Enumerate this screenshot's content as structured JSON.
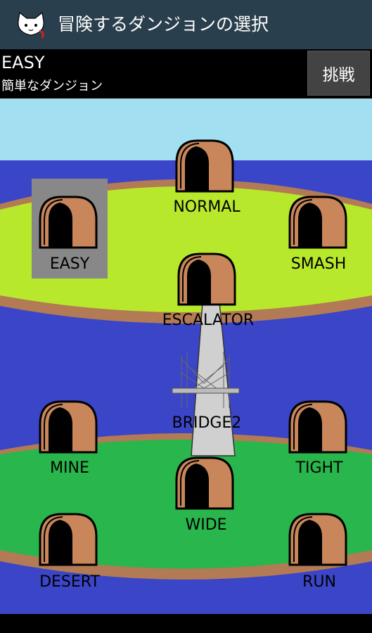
{
  "app": {
    "title": "冒険するダンジョンの選択"
  },
  "selected": {
    "name": "EASY",
    "description": "簡単なダンジョン"
  },
  "actions": {
    "challenge_label": "挑戦"
  },
  "dungeons": [
    {
      "id": "easy",
      "label": "EASY",
      "selected": true
    },
    {
      "id": "normal",
      "label": "NORMAL"
    },
    {
      "id": "smash",
      "label": "SMASH"
    },
    {
      "id": "escalator",
      "label": "ESCALATOR"
    },
    {
      "id": "bridge2",
      "label": "BRIDGE2"
    },
    {
      "id": "mine",
      "label": "MINE"
    },
    {
      "id": "tight",
      "label": "TIGHT"
    },
    {
      "id": "wide",
      "label": "WIDE"
    },
    {
      "id": "desert",
      "label": "DESERT"
    },
    {
      "id": "run",
      "label": "RUN"
    }
  ],
  "colors": {
    "titlebar": "#2a3f4d",
    "sky": "#a2dff0",
    "sea": "#3b45c7",
    "upper_island": "#b8e82b",
    "lower_island": "#29b64c",
    "shore": "#b27a55",
    "tunnel_body": "#c8865a",
    "selection": "#888888"
  }
}
